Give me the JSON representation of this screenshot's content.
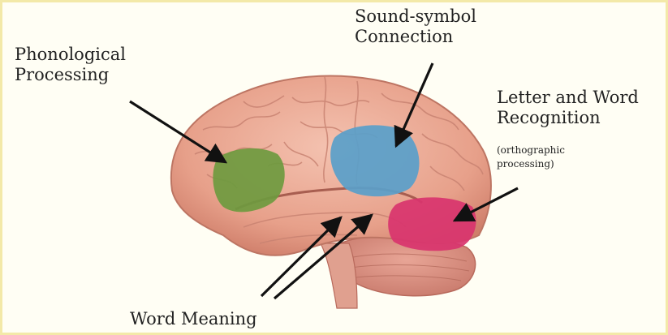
{
  "labels": {
    "phonological_line1": "Phonological",
    "phonological_line2": "Processing",
    "sound_symbol_line1": "Sound-symbol",
    "sound_symbol_line2": "Connection",
    "letter_word_line1": "Letter and Word",
    "letter_word_line2": "Recognition",
    "letter_word_sub1": "(orthographic",
    "letter_word_sub2": "processing)",
    "word_meaning": "Word Meaning"
  },
  "regions": [
    {
      "name": "Phonological Processing",
      "color": "#6e9a3f"
    },
    {
      "name": "Sound-symbol Connection",
      "color": "#5a9fc9"
    },
    {
      "name": "Letter and Word Recognition",
      "color": "#d8356e"
    }
  ],
  "colors": {
    "brain_base": "#e9a58f",
    "brain_shadow": "#c97a66",
    "cerebellum": "#d98a7a",
    "arrow": "#111111"
  }
}
